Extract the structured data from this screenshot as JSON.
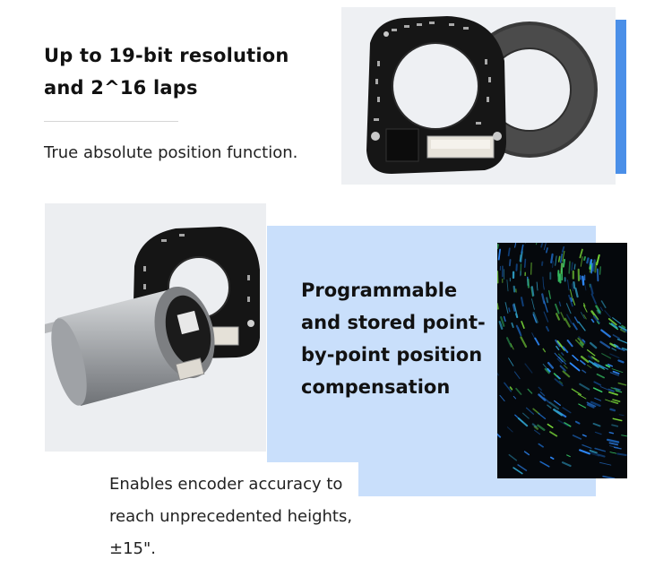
{
  "section1": {
    "title": "Up to 19-bit resolution and 2^16 laps",
    "description": "True absolute position function."
  },
  "section2": {
    "title": "Programmable and stored point-by-point position compensation",
    "description": "Enables encoder accuracy to reach unprecedented heights, ±15\"."
  },
  "colors": {
    "accent_blue": "#4a8fe8",
    "panel_blue": "#c9dffb",
    "pcb_black": "#161616",
    "text_dark": "#111111"
  }
}
